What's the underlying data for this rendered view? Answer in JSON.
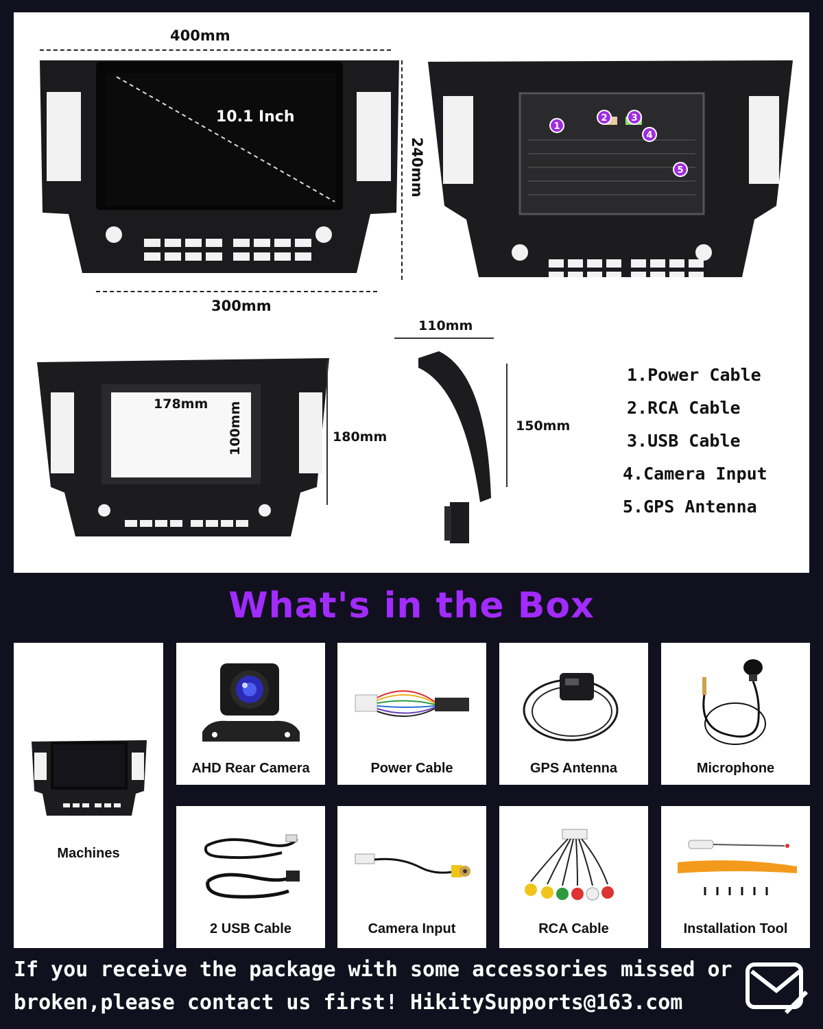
{
  "dimensions": {
    "width_top": "400mm",
    "height_side": "240mm",
    "width_bottom": "300mm",
    "screen_size": "10.1 Inch",
    "depth_top": "110mm",
    "inner_width": "178mm",
    "inner_height": "100mm",
    "frame_height": "180mm",
    "depth_height": "150mm"
  },
  "legend": [
    "1.Power Cable",
    "2.RCA Cable",
    "3.USB Cable",
    "4.Camera Input",
    "5.GPS Antenna"
  ],
  "callouts": [
    "1",
    "2",
    "3",
    "4",
    "5"
  ],
  "box": {
    "title": "What's in the Box",
    "items": {
      "machines": "Machines",
      "camera": "AHD Rear Camera",
      "power": "Power Cable",
      "gps": "GPS Antenna",
      "mic": "Microphone",
      "usb": "2 USB Cable",
      "camera_input": "Camera Input",
      "rca": "RCA Cable",
      "tool": "Installation Tool"
    }
  },
  "footer": {
    "line1": "If you receive the package with some accessories missed or",
    "line2": "broken,please contact us first! HikitySupports@163.com"
  },
  "colors": {
    "accent": "#a22bff",
    "background": "#10101e"
  }
}
